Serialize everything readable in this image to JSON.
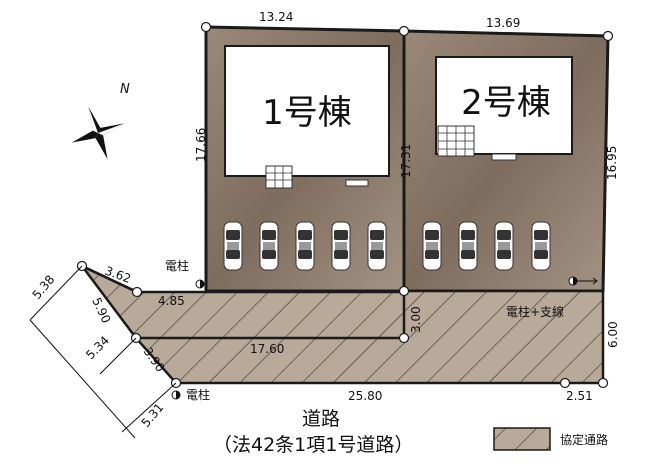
{
  "lots": [
    {
      "building_label": "1号棟",
      "dims": {
        "top": "13.24",
        "left": "17.66",
        "right": "17.31"
      },
      "parking_spaces": 5
    },
    {
      "building_label": "2号棟",
      "dims": {
        "top": "13.69",
        "right": "16.95"
      },
      "parking_spaces": 4
    }
  ],
  "dimensions": {
    "d_538": "5.38",
    "d_362": "3.62",
    "d_590": "5.90",
    "d_485": "4.85",
    "d_534": "5.34",
    "d_390": "3.90",
    "d_531": "5.31",
    "d_1760": "17.60",
    "d_300": "3.00",
    "d_2580": "25.80",
    "d_251": "2.51",
    "d_600": "6.00"
  },
  "labels": {
    "pole_1": "電柱",
    "pole_2": "電柱",
    "pole_stay": "電柱+支線",
    "north": "N",
    "road_title": "道路",
    "road_subtitle": "（法42条1項1号道路）",
    "legend": "協定通路"
  },
  "colors": {
    "lot_fill": "#8c7a6a",
    "path_fill": "#b8a898",
    "outline": "#1a1a1a"
  }
}
